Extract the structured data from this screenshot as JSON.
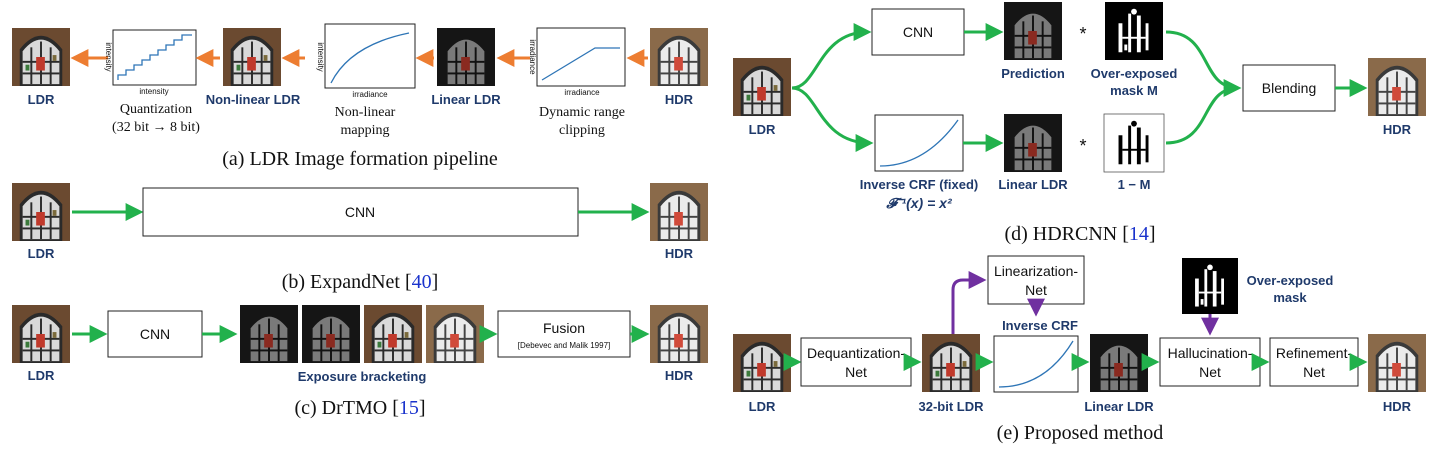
{
  "colors": {
    "green": "#22b14c",
    "orange": "#ed7d31",
    "purple": "#7030a0",
    "label_blue": "#1f3a6b",
    "curve": "#2e75b6",
    "link_blue": "#1a33cc"
  },
  "panel_a": {
    "caption": "(a) LDR Image formation pipeline",
    "labels": {
      "ldr": "LDR",
      "nonlinear_ldr": "Non-linear LDR",
      "linear_ldr": "Linear LDR",
      "hdr": "HDR"
    },
    "quantization": {
      "line1": "Quantization",
      "line2": "(32 bit → 8 bit)",
      "x_axis": "intensity",
      "y_axis": "intensity"
    },
    "nonlinear": {
      "line1": "Non-linear",
      "line2": "mapping",
      "x_axis": "irradiance",
      "y_axis": "intensity"
    },
    "clipping": {
      "line1": "Dynamic range",
      "line2": "clipping",
      "x_axis": "irradiance",
      "y_axis": "irradiance"
    }
  },
  "panel_b": {
    "caption_text": "(b) ExpandNet [",
    "caption_ref": "40",
    "caption_end": "]",
    "cnn": "CNN",
    "ldr": "LDR",
    "hdr": "HDR"
  },
  "panel_c": {
    "caption_text": "(c) DrTMO [",
    "caption_ref": "15",
    "caption_end": "]",
    "cnn": "CNN",
    "fusion": "Fusion",
    "fusion_ref": "[Debevec and Malik 1997]",
    "bracketing": "Exposure bracketing",
    "ldr": "LDR",
    "hdr": "HDR"
  },
  "panel_d": {
    "caption_text": "(d) HDRCNN [",
    "caption_ref": "14",
    "caption_end": "]",
    "cnn": "CNN",
    "blending": "Blending",
    "ldr": "LDR",
    "hdr": "HDR",
    "prediction": "Prediction",
    "mask_line1": "Over-exposed",
    "mask_line2": "mask M",
    "inverse_crf": "Inverse CRF (fixed)",
    "formula": "𝓕⁻¹(x) = x²",
    "linear_ldr": "Linear LDR",
    "one_minus_m": "1 − M",
    "times": "*"
  },
  "panel_e": {
    "caption": "(e) Proposed method",
    "ldr": "LDR",
    "dequant_line1": "Dequantization-",
    "dequant_line2": "Net",
    "bit32": "32-bit LDR",
    "lin_line1": "Linearization-",
    "lin_line2": "Net",
    "inverse_crf": "Inverse CRF",
    "linear_ldr": "Linear LDR",
    "hall_line1": "Hallucination-",
    "hall_line2": "Net",
    "mask_line1": "Over-exposed",
    "mask_line2": "mask",
    "ref_line1": "Refinement-",
    "ref_line2": "Net",
    "hdr": "HDR"
  }
}
